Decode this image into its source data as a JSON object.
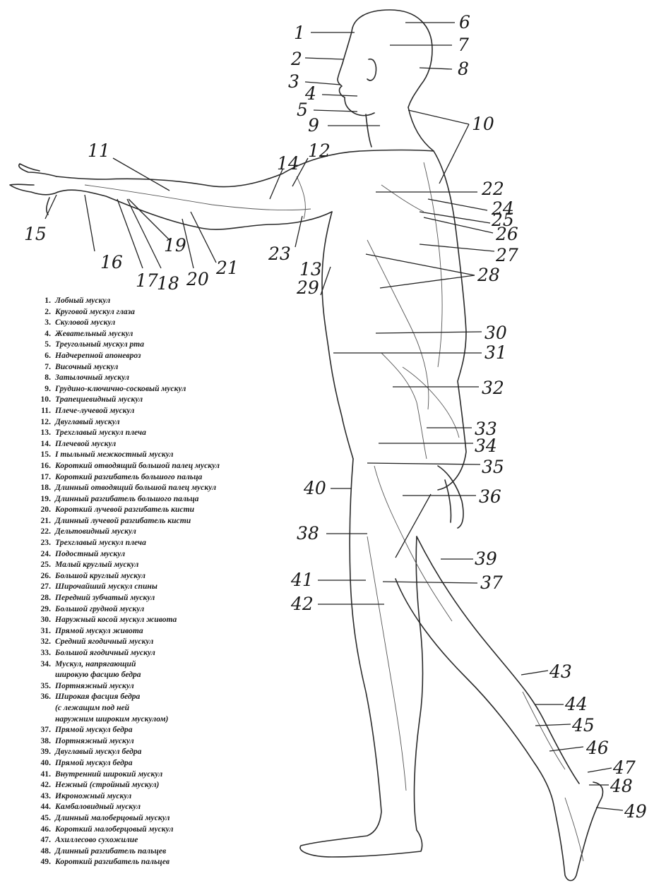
{
  "callouts": [
    {
      "n": "1"
    },
    {
      "n": "2"
    },
    {
      "n": "3"
    },
    {
      "n": "4"
    },
    {
      "n": "5"
    },
    {
      "n": "6"
    },
    {
      "n": "7"
    },
    {
      "n": "8"
    },
    {
      "n": "9"
    },
    {
      "n": "10"
    },
    {
      "n": "11"
    },
    {
      "n": "12"
    },
    {
      "n": "13"
    },
    {
      "n": "14"
    },
    {
      "n": "15"
    },
    {
      "n": "16"
    },
    {
      "n": "17"
    },
    {
      "n": "18"
    },
    {
      "n": "19"
    },
    {
      "n": "20"
    },
    {
      "n": "21"
    },
    {
      "n": "22"
    },
    {
      "n": "23"
    },
    {
      "n": "24"
    },
    {
      "n": "25"
    },
    {
      "n": "26"
    },
    {
      "n": "27"
    },
    {
      "n": "28"
    },
    {
      "n": "29"
    },
    {
      "n": "30"
    },
    {
      "n": "31"
    },
    {
      "n": "32"
    },
    {
      "n": "33"
    },
    {
      "n": "34"
    },
    {
      "n": "35"
    },
    {
      "n": "36"
    },
    {
      "n": "37"
    },
    {
      "n": "38"
    },
    {
      "n": "39"
    },
    {
      "n": "40"
    },
    {
      "n": "41"
    },
    {
      "n": "42"
    },
    {
      "n": "43"
    },
    {
      "n": "44"
    },
    {
      "n": "45"
    },
    {
      "n": "46"
    },
    {
      "n": "47"
    },
    {
      "n": "48"
    },
    {
      "n": "49"
    }
  ],
  "legend": [
    {
      "n": "1.",
      "text": "Лобный мускул"
    },
    {
      "n": "2.",
      "text": "Круговой мускул глаза"
    },
    {
      "n": "3.",
      "text": "Скуловой мускул"
    },
    {
      "n": "4.",
      "text": "Жевательный мускул"
    },
    {
      "n": "5.",
      "text": "Треугольный мускул рта"
    },
    {
      "n": "6.",
      "text": "Надчерепной апоневроз"
    },
    {
      "n": "7.",
      "text": "Височный мускул"
    },
    {
      "n": "8.",
      "text": "Затылочный мускул"
    },
    {
      "n": "9.",
      "text": "Грудино-ключично-сосковый мускул"
    },
    {
      "n": "10.",
      "text": "Трапециевидный мускул"
    },
    {
      "n": "11.",
      "text": "Плече-лучевой мускул"
    },
    {
      "n": "12.",
      "text": "Двуглавый мускул"
    },
    {
      "n": "13.",
      "text": "Трехглавый мускул плеча"
    },
    {
      "n": "14.",
      "text": "Плечевой мускул"
    },
    {
      "n": "15.",
      "text": "I тыльный межкостный мускул"
    },
    {
      "n": "16.",
      "text": "Короткий отводящий большой палец мускул"
    },
    {
      "n": "17.",
      "text": "Короткий разгибатель большого пальца"
    },
    {
      "n": "18.",
      "text": "Длинный отводящий большой палец мускул"
    },
    {
      "n": "19.",
      "text": "Длинный разгибатель большого пальца"
    },
    {
      "n": "20.",
      "text": "Короткий лучевой разгибатель кисти"
    },
    {
      "n": "21.",
      "text": "Длинный лучевой разгибатель кисти"
    },
    {
      "n": "22.",
      "text": "Дельтовидный мускул"
    },
    {
      "n": "23.",
      "text": "Трехглавый мускул плеча"
    },
    {
      "n": "24.",
      "text": "Подостный мускул"
    },
    {
      "n": "25.",
      "text": "Малый круглый мускул"
    },
    {
      "n": "26.",
      "text": "Большой круглый мускул"
    },
    {
      "n": "27.",
      "text": "Широчайший мускул спины"
    },
    {
      "n": "28.",
      "text": "Передний зубчатый мускул"
    },
    {
      "n": "29.",
      "text": "Большой грудной мускул"
    },
    {
      "n": "30.",
      "text": "Наружный косой мускул живота"
    },
    {
      "n": "31.",
      "text": "Прямой мускул живота"
    },
    {
      "n": "32.",
      "text": "Средний ягодичный мускул"
    },
    {
      "n": "33.",
      "text": "Большой ягодичный мускул"
    },
    {
      "n": "34.",
      "text": "Мускул, напрягающий"
    },
    {
      "n": "",
      "text": "широкую фасцию бедра"
    },
    {
      "n": "35.",
      "text": "Портняжный мускул"
    },
    {
      "n": "36.",
      "text": "Широкая фасция бедра"
    },
    {
      "n": "",
      "text": "(с лежащим под ней"
    },
    {
      "n": "",
      "text": "наружним широким мускулом)"
    },
    {
      "n": "37.",
      "text": "Прямой мускул бедра"
    },
    {
      "n": "38.",
      "text": "Портняжный мускул"
    },
    {
      "n": "39.",
      "text": "Двуглавый мускул бедра"
    },
    {
      "n": "40.",
      "text": "Прямой мускул бедра"
    },
    {
      "n": "41.",
      "text": "Внутренний широкий мускул"
    },
    {
      "n": "42.",
      "text": "Нежный (стройный мускул)"
    },
    {
      "n": "43.",
      "text": "Икроножный мускул"
    },
    {
      "n": "44.",
      "text": "Камбаловидный мускул"
    },
    {
      "n": "45.",
      "text": "Длинный малоберцовый мускул"
    },
    {
      "n": "46.",
      "text": "Короткий малоберцовый мускул"
    },
    {
      "n": "47.",
      "text": "Ахиллесово сухожилие"
    },
    {
      "n": "48.",
      "text": "Длинный разгибатель пальцев"
    },
    {
      "n": "49.",
      "text": "Короткий разгибатель пальцев"
    }
  ]
}
